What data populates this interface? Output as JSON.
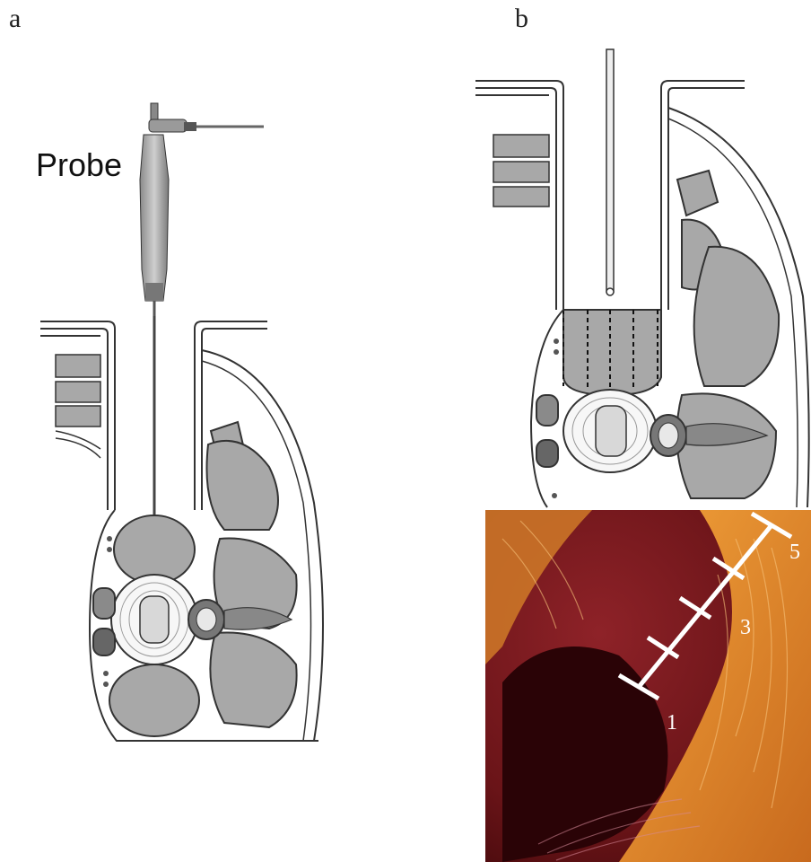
{
  "panels": {
    "a": {
      "letter": "a",
      "probe_label": "Probe"
    },
    "b": {
      "letter": "b"
    }
  },
  "scale_bar": {
    "labels": [
      "1",
      "3",
      "5"
    ],
    "color": "#ffffff"
  },
  "colors": {
    "tissue_gray": "#a8a8a8",
    "outline": "#333333",
    "disc_white": "#ffffff",
    "photo_red": "#7a1a1e",
    "photo_orange": "#e08a2a"
  }
}
